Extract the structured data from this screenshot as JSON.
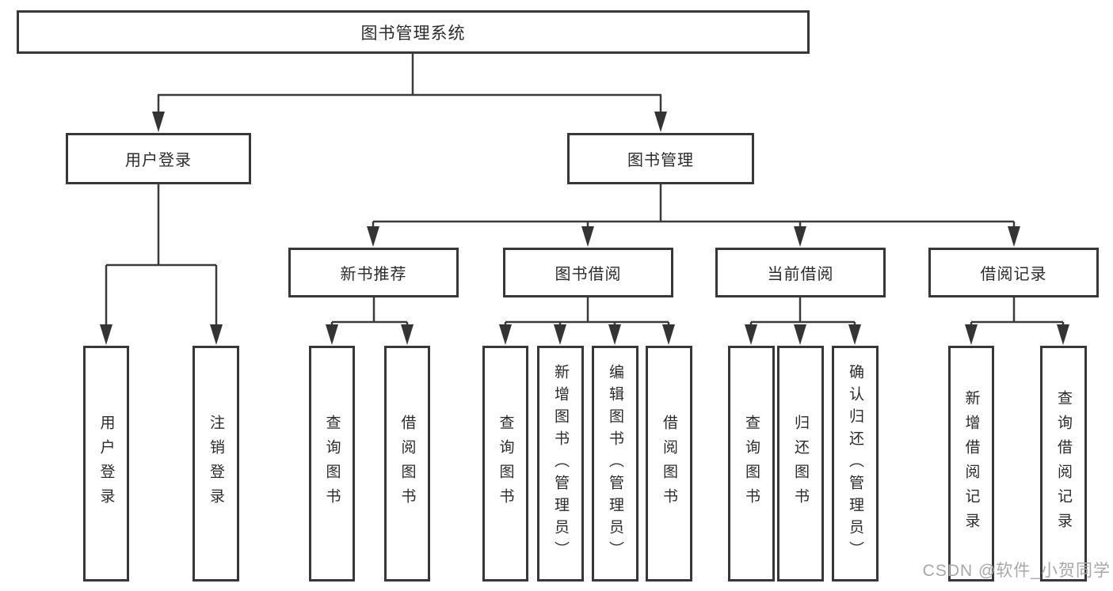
{
  "root": {
    "label": "图书管理系统"
  },
  "user": {
    "label": "用户登录",
    "children": [
      "用户登录",
      "注销登录"
    ]
  },
  "mgmt": {
    "label": "图书管理",
    "groups": [
      {
        "label": "新书推荐",
        "children": [
          "查询图书",
          "借阅图书"
        ]
      },
      {
        "label": "图书借阅",
        "children": [
          "查询图书",
          "新增图书（管理员）",
          "编辑图书（管理员）",
          "借阅图书"
        ]
      },
      {
        "label": "当前借阅",
        "children": [
          "查询图书",
          "归还图书",
          "确认归还（管理员）"
        ]
      },
      {
        "label": "借阅记录",
        "children": [
          "新增借阅记录",
          "查询借阅记录"
        ]
      }
    ]
  },
  "watermark": "CSDN @软件_小贺同学",
  "colors": {
    "line": "#3a3a3a",
    "text": "#2b2b2b",
    "watermark": "#a8a8a8",
    "background": "#ffffff"
  }
}
